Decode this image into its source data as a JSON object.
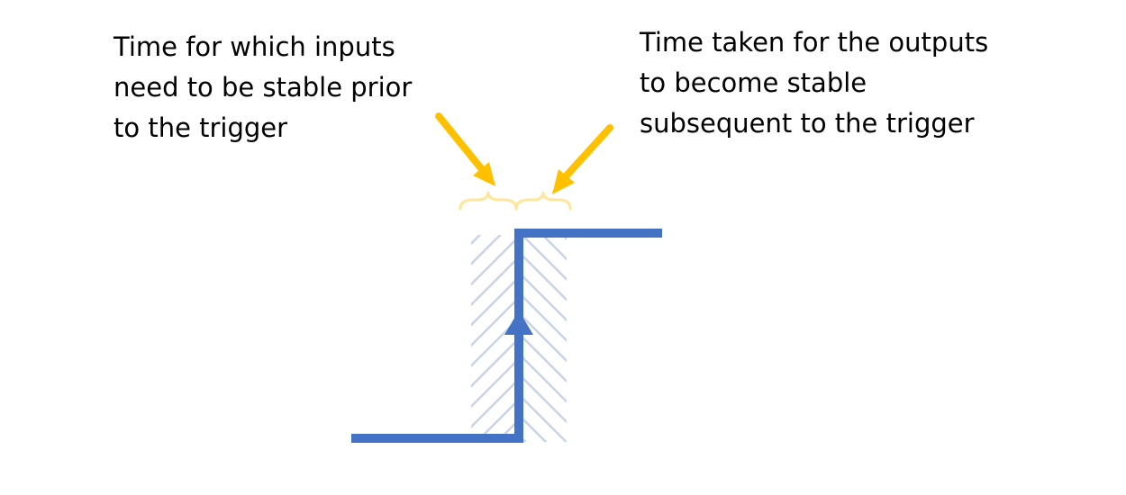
{
  "annotations": {
    "setup": {
      "lines": [
        "Time for which inputs",
        "need to be stable prior",
        "to the trigger"
      ]
    },
    "hold": {
      "lines": [
        "Time taken for the outputs",
        "to become stable",
        "subsequent to the trigger"
      ]
    }
  },
  "colors": {
    "signal": "#4472C4",
    "arrow": "#FFC000",
    "brace": "#FFE699",
    "hatch": "#C9D3E6",
    "text": "#000000"
  }
}
